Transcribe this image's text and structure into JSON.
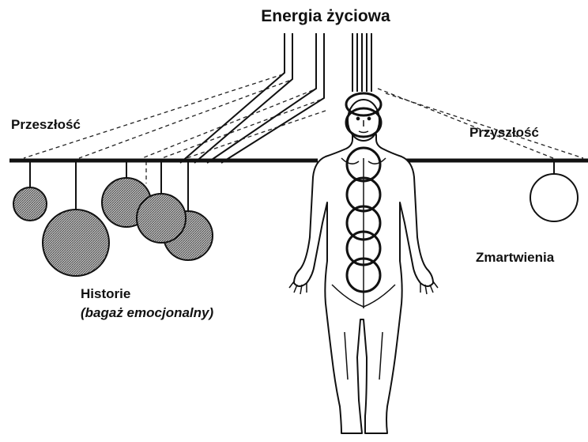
{
  "labels": {
    "title": "Energia życiowa",
    "past": "Przeszłość",
    "future": "Przyszłość",
    "histories": "Historie",
    "baggage": "(bagaż emocjonalny)",
    "worries": "Zmartwienia"
  },
  "colors": {
    "ink": "#111111",
    "hatch": "#555555",
    "paper": "#ffffff"
  }
}
